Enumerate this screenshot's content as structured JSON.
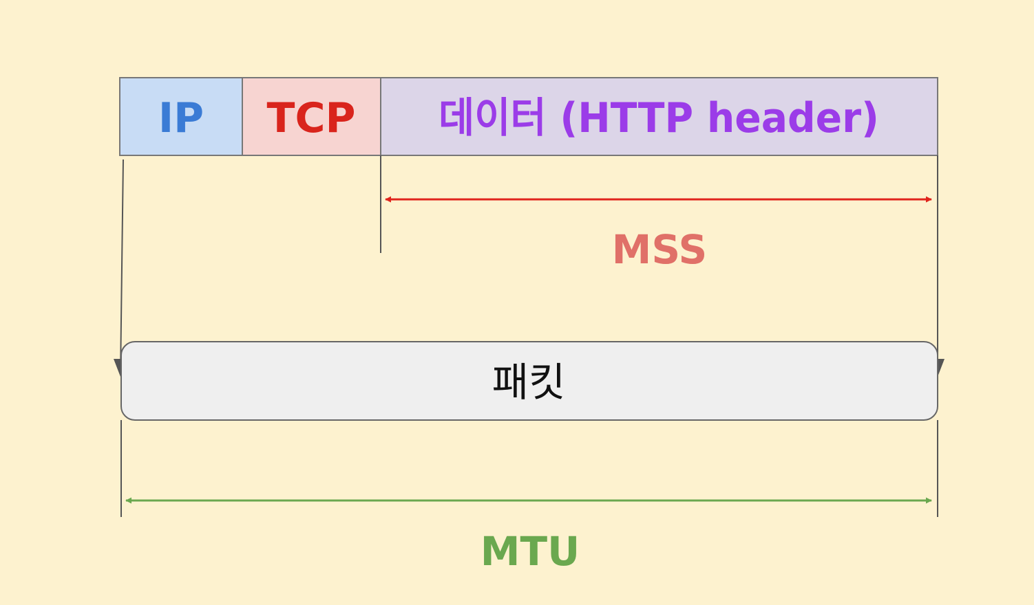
{
  "segments": {
    "ip": {
      "label": "IP",
      "fill": "#c8dcf5",
      "text_color": "#3a7bd5"
    },
    "tcp": {
      "label": "TCP",
      "fill": "#f7d4d1",
      "text_color": "#d9241c"
    },
    "data": {
      "label": "데이터 (HTTP header)",
      "fill": "#dcd5e8",
      "text_color": "#9b3ce8"
    }
  },
  "packet": {
    "label": "패킷",
    "fill": "#efefef",
    "text_color": "#111111"
  },
  "mss": {
    "label": "MSS",
    "arrow_color": "#e0241c",
    "text_color": "#e07068"
  },
  "mtu": {
    "label": "MTU",
    "arrow_color": "#6aa84f",
    "text_color": "#6aa84f"
  },
  "colors": {
    "background": "#fdf2cf",
    "outline": "#777777",
    "guide_line": "#555555"
  }
}
